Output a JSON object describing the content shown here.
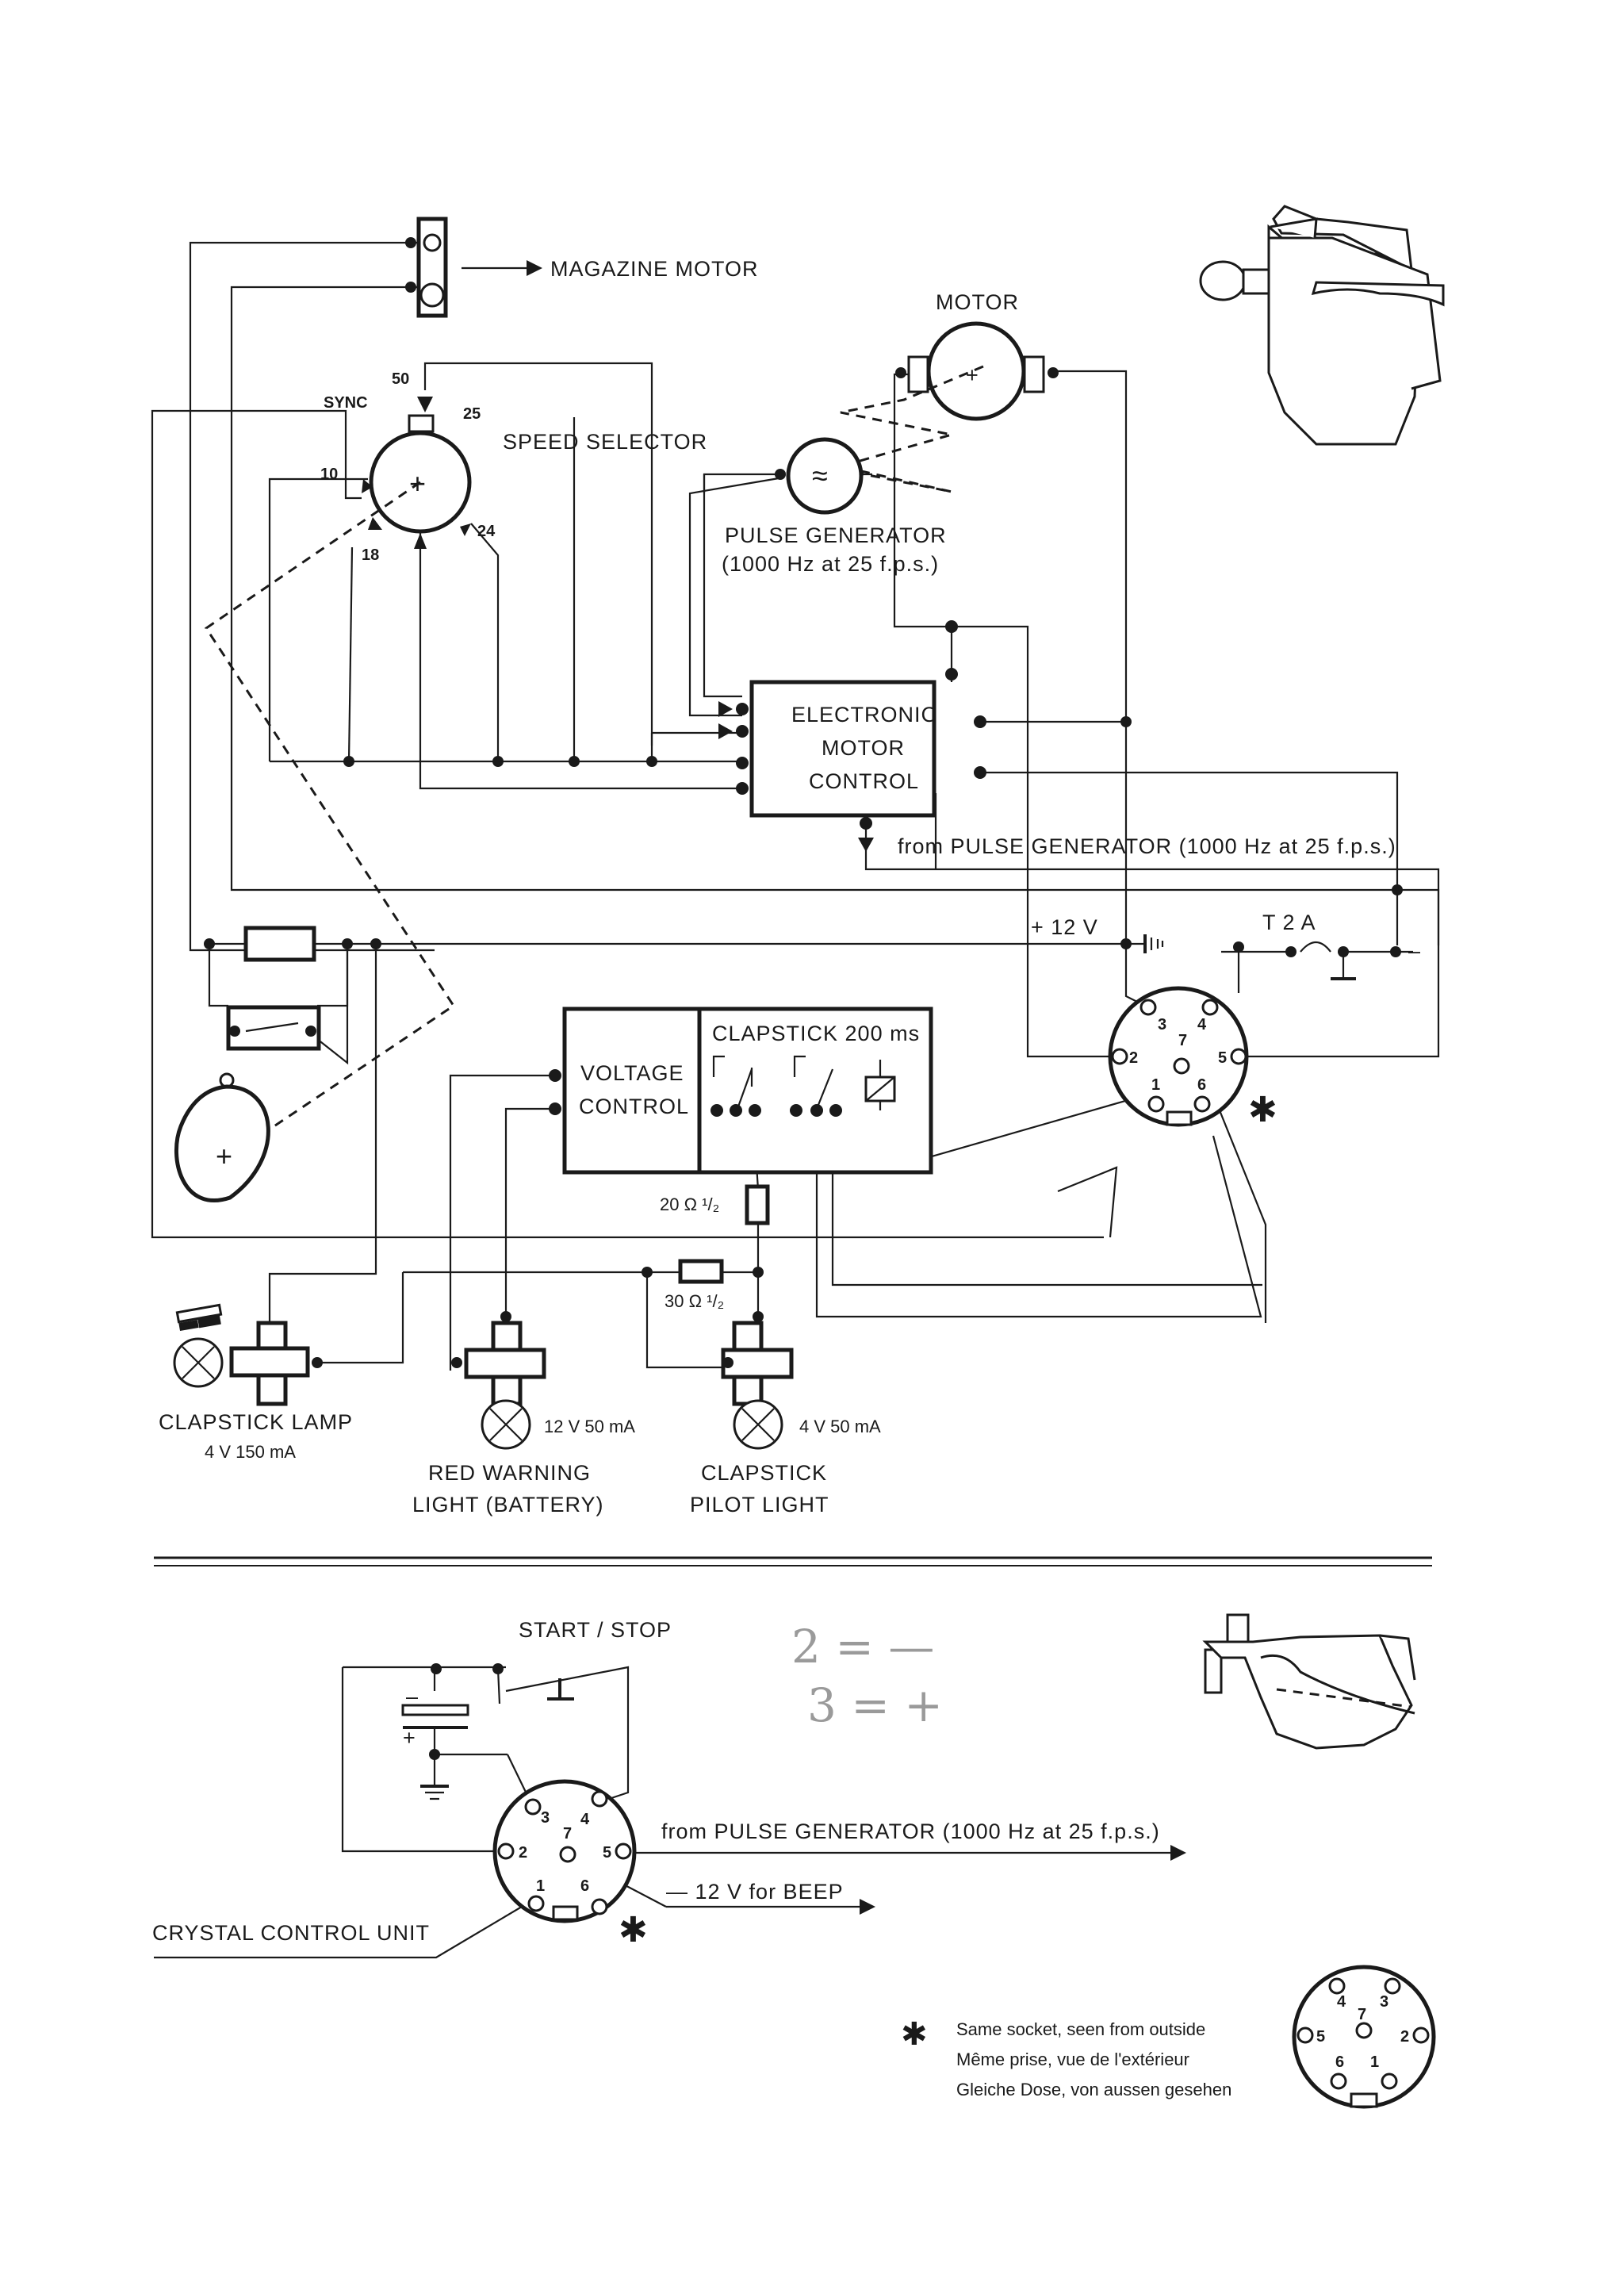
{
  "labels": {
    "magazine_motor": "MAGAZINE MOTOR",
    "motor": "MOTOR",
    "sync": "SYNC",
    "speed_selector": "SPEED SELECTOR",
    "pulse_generator": "PULSE GENERATOR",
    "pulse_generator_spec": "(1000 Hz at 25 f.p.s.)",
    "emc_line1": "ELECTRONIC",
    "emc_line2": "MOTOR",
    "emc_line3": "CONTROL",
    "from_pulse_generator": "from PULSE GENERATOR  (1000 Hz at 25 f.p.s.)",
    "plus_12v": "+ 12 V",
    "fuse": "T 2 A",
    "voltage_control_line1": "VOLTAGE",
    "voltage_control_line2": "CONTROL",
    "clapstick_200ms": "CLAPSTICK 200 ms",
    "resistor_20": "20 Ω ¹/₂",
    "resistor_30": "30 Ω ¹/₂",
    "clapstick_lamp": "CLAPSTICK LAMP",
    "clapstick_lamp_spec": "4 V  150 mA",
    "red_warning_spec": "12 V  50 mA",
    "red_warning_line1": "RED WARNING",
    "red_warning_line2": "LIGHT (BATTERY)",
    "pilot_spec": "4 V  50 mA",
    "pilot_line1": "CLAPSTICK",
    "pilot_line2": "PILOT LIGHT",
    "start_stop": "START / STOP",
    "from_pulse_generator_2": "from PULSE GENERATOR  (1000 Hz at 25 f.p.s.)",
    "minus_12v_beep": "— 12 V for BEEP",
    "crystal_control_unit": "CRYSTAL CONTROL UNIT",
    "note_en": "Same socket, seen from outside",
    "note_fr": "Même prise, vue de l'extérieur",
    "note_de": "Gleiche Dose, von aussen gesehen",
    "handwritten_1": "2 = —",
    "handwritten_2": "3 = +"
  },
  "speed_marks": {
    "s50": "50",
    "s25": "25",
    "s10": "10",
    "s18": "18",
    "s24": "24"
  },
  "socket_pins": {
    "p1": "1",
    "p2": "2",
    "p3": "3",
    "p4": "4",
    "p5": "5",
    "p6": "6",
    "p7": "7"
  },
  "symbols": {
    "plus": "+",
    "minus": "–",
    "approx": "≈",
    "asterisk": "✱"
  }
}
